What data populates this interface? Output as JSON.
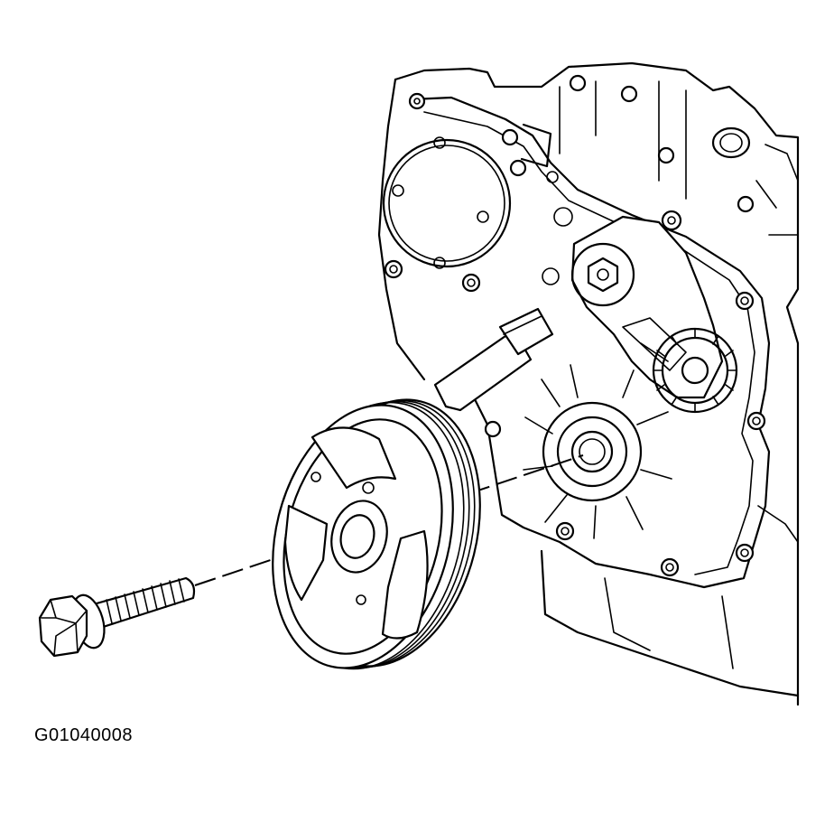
{
  "figure": {
    "id_label": "G01040008"
  },
  "parts": {
    "bolt": "crankshaft-balancer-bolt",
    "pulley": "crankshaft-balancer-pulley",
    "engine": "engine-front-cover-assembly"
  },
  "colors": {
    "line": "#000000",
    "background": "#ffffff"
  }
}
